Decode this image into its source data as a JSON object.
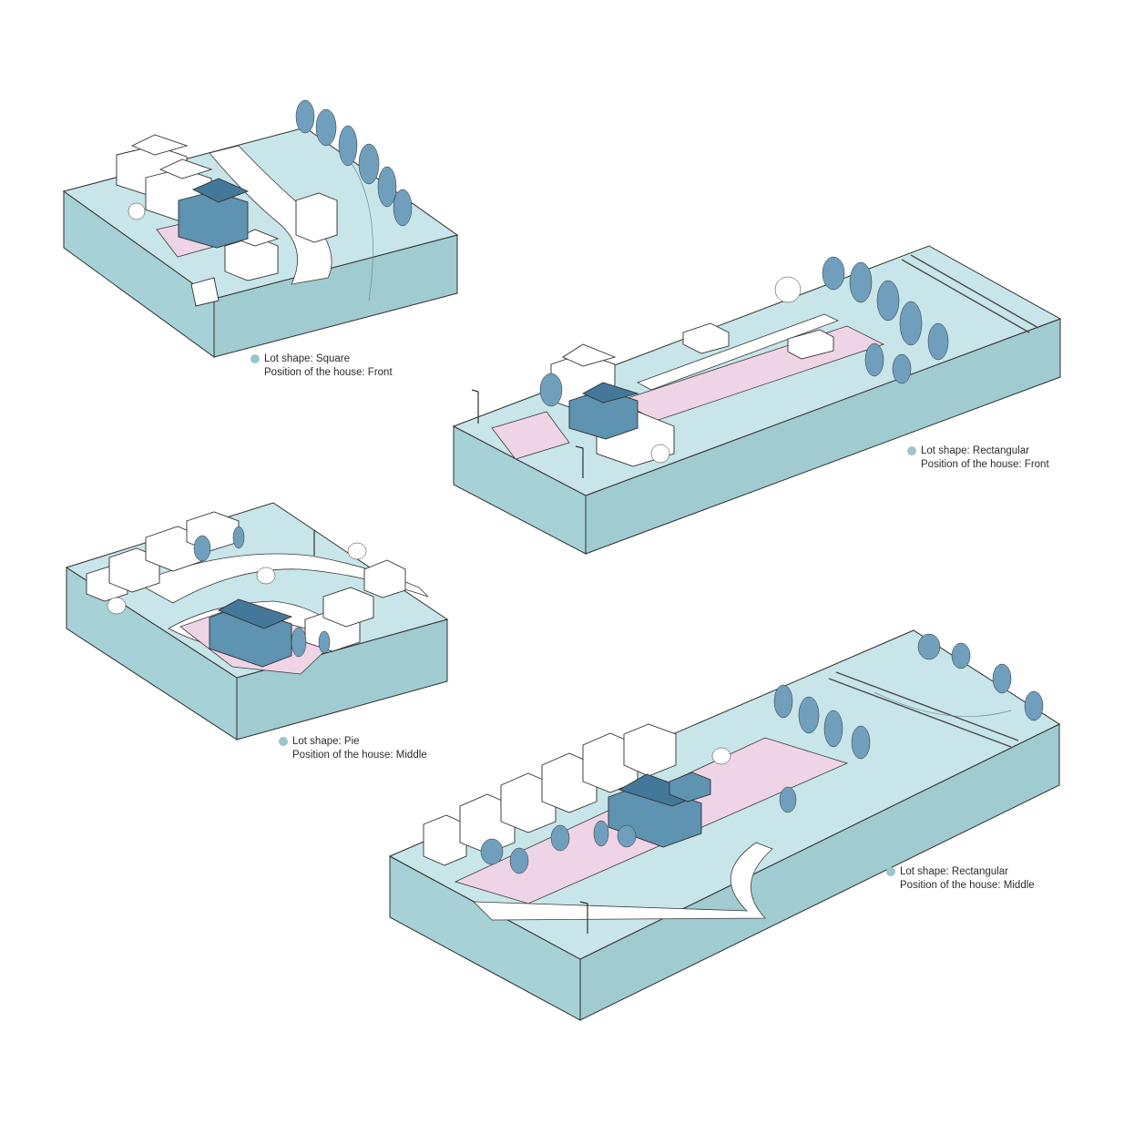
{
  "colors": {
    "ground_top": "#c8e5e9",
    "ground_side": "#a6d1d6",
    "ground_front": "#9fcbd1",
    "lot_pink": "#efd4e6",
    "subject_house": "#5e93b1",
    "subject_house_dark": "#44789a",
    "tree": "#5a8fb2",
    "tree_light": "#86b0c9",
    "outline": "#2f2f2f",
    "legend_dot": "#9cc4ca"
  },
  "diagrams": [
    {
      "id": "square-front",
      "legend": {
        "lot_shape": "Lot shape: Square",
        "position": "Position of the house: Front"
      }
    },
    {
      "id": "rectangular-front",
      "legend": {
        "lot_shape": "Lot shape: Rectangular",
        "position": "Position of the house: Front"
      }
    },
    {
      "id": "pie-middle",
      "legend": {
        "lot_shape": "Lot shape: Pie",
        "position": "Position of the house: Middle"
      }
    },
    {
      "id": "rectangular-middle",
      "legend": {
        "lot_shape": "Lot shape: Rectangular",
        "position": "Position of the house: Middle"
      }
    }
  ]
}
